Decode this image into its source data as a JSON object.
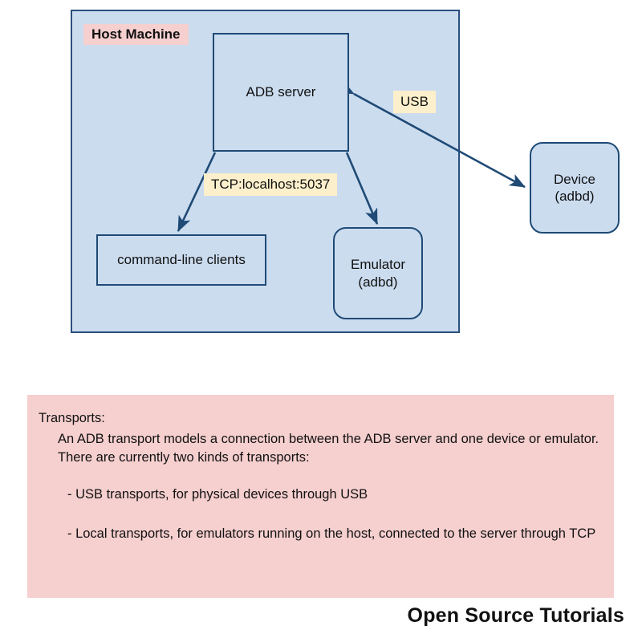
{
  "diagram": {
    "host_panel": {
      "label": "Host Machine"
    },
    "nodes": {
      "adb_server": "ADB server",
      "command_line_clients": "command-line clients",
      "emulator_line1": "Emulator",
      "emulator_line2": "(adbd)",
      "device_line1": "Device",
      "device_line2": "(adbd)"
    },
    "edge_labels": {
      "tcp": "TCP:localhost:5037",
      "usb": "USB"
    }
  },
  "note": {
    "title": "Transports:",
    "body": "An ADB transport models a connection between the ADB server and one device or emulator. There are currently two kinds of transports:",
    "bullets": [
      "- USB transports,  for physical devices through USB",
      "- Local transports, for emulators running on the host, connected to the server through TCP"
    ]
  },
  "footer": {
    "brand": "Open Source Tutorials"
  },
  "colors": {
    "panel_fill": "#cbdcef",
    "panel_border": "#2b4f7d",
    "node_border": "#1f4a75",
    "pink_fill": "#f6cfcf",
    "yellow_fill": "#fcefcb",
    "arrow_stroke": "#1f4a75",
    "text": "#111111"
  }
}
